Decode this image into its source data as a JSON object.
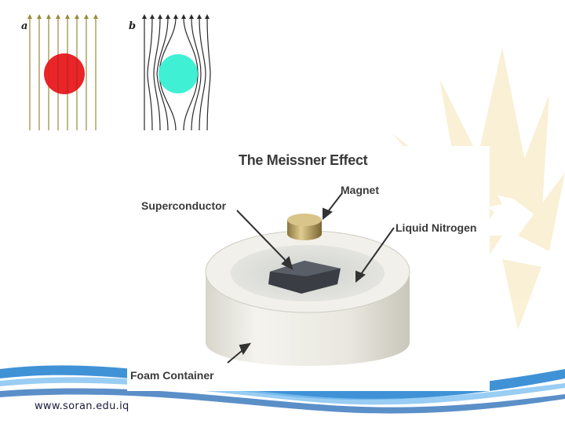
{
  "figure_a": {
    "label": "a",
    "sphere_color": "#e8191e"
  },
  "figure_b": {
    "label": "b",
    "sphere_color": "#3ff0d4"
  },
  "photo": {
    "title": "The Meissner Effect",
    "callouts": {
      "superconductor": "Superconductor",
      "magnet": "Magnet",
      "liquid_nitrogen": "Liquid Nitrogen",
      "foam_container": "Foam Container"
    }
  },
  "footer": {
    "url": "www.soran.edu.iq"
  },
  "colors": {
    "ray_accent": "#f5e3b0",
    "wave_blue": "#1f7fd0"
  }
}
